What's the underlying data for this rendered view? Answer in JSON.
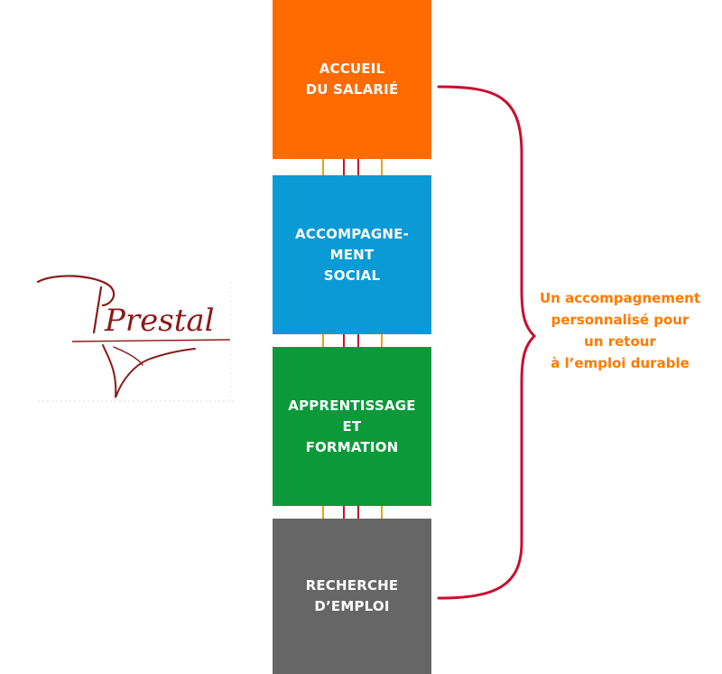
{
  "blocks": [
    {
      "id": "accueil",
      "label": "ACCUEIL\nDU SALARIÉ",
      "color": "#ff6b00"
    },
    {
      "id": "accompagnement",
      "label": "ACCOMPAGNE-\nMENT\nSOCIAL",
      "color": "#0a9ad6"
    },
    {
      "id": "apprentissage",
      "label": "APPRENTISSAGE\nET\nFORMATION",
      "color": "#0a9a3a"
    },
    {
      "id": "recherche",
      "label": "RECHERCHE\nD’EMPLOI",
      "color": "#666666"
    }
  ],
  "callout": {
    "text": "Un accompagnement\npersonnalisé pour\nun retour\nà l’emploi durable",
    "color": "#ff7a00"
  },
  "brace": {
    "color": "#c8102e"
  },
  "connectors": {
    "colors": [
      "#e8a317",
      "#c8102e",
      "#c8102e",
      "#e8a317"
    ]
  },
  "logo": {
    "text": "Prestal",
    "color": "#8b1a1a"
  }
}
